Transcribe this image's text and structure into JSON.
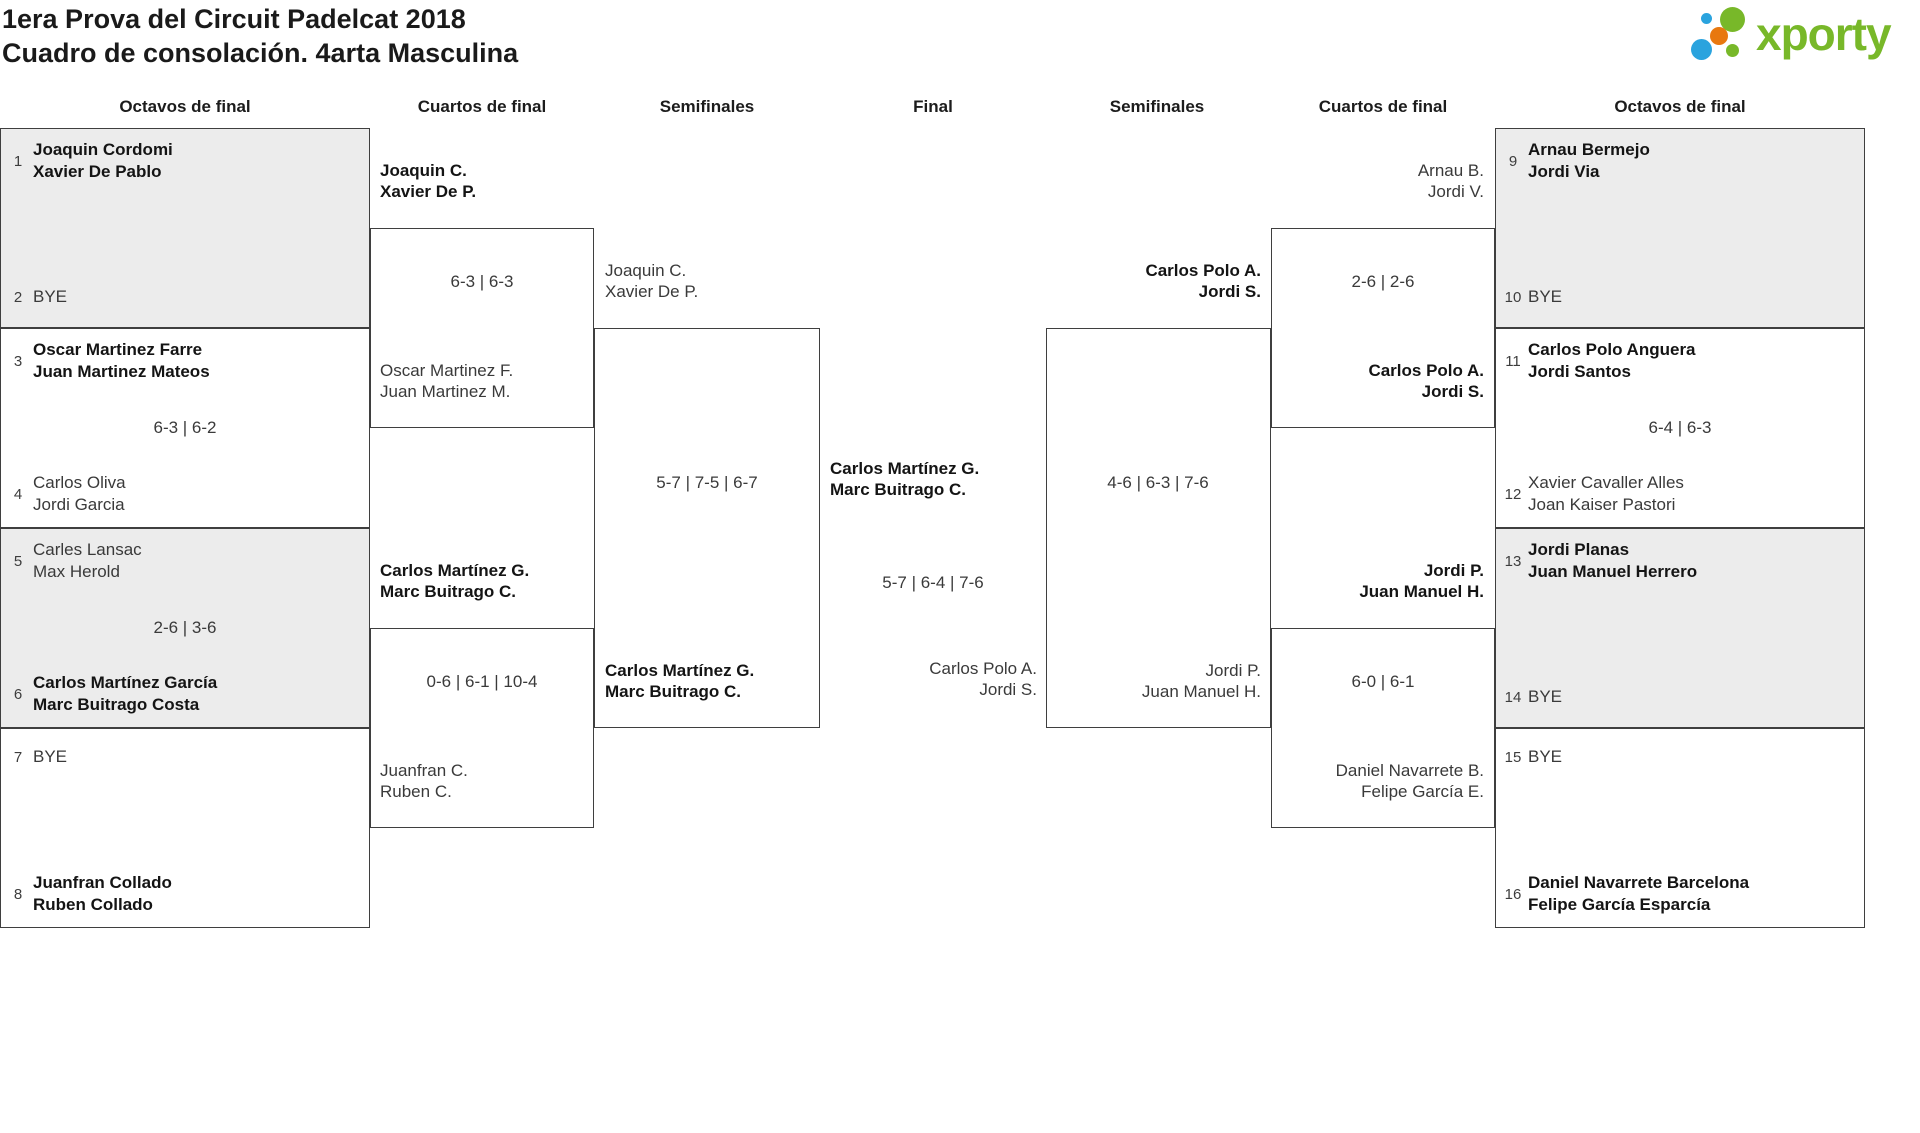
{
  "title": {
    "line1": "1era Prova del Circuit Padelcat 2018",
    "line2": "Cuadro de consolación. 4arta Masculina"
  },
  "logo": {
    "text": "xporty",
    "green": "#78b829",
    "blue": "#2aa3de",
    "orange": "#e8780f"
  },
  "round_headers": [
    "Octavos de final",
    "Cuartos de final",
    "Semifinales",
    "Final",
    "Semifinales",
    "Cuartos de final",
    "Octavos de final"
  ],
  "colors": {
    "box_fill_alt": "#ececec",
    "box_border": "#3f3f3f",
    "winner_text": "#141414",
    "regular_text": "#3a3a3a"
  },
  "bye_label": "BYE",
  "bracket": {
    "r16_left": [
      {
        "team1": {
          "seed": "1",
          "names": [
            "Joaquin Cordomi",
            "Xavier De Pablo"
          ],
          "winner": true
        },
        "team2": {
          "seed": "2",
          "bye": true
        },
        "score": ""
      },
      {
        "team1": {
          "seed": "3",
          "names": [
            "Oscar Martinez Farre",
            "Juan Martinez Mateos"
          ],
          "winner": true
        },
        "team2": {
          "seed": "4",
          "names": [
            "Carlos Oliva",
            "Jordi Garcia"
          ]
        },
        "score": "6-3 | 6-2"
      },
      {
        "team1": {
          "seed": "5",
          "names": [
            "Carles Lansac",
            "Max Herold"
          ]
        },
        "team2": {
          "seed": "6",
          "names": [
            "Carlos Martínez García",
            "Marc Buitrago Costa"
          ],
          "winner": true
        },
        "score": "2-6 | 3-6"
      },
      {
        "team1": {
          "seed": "7",
          "bye": true
        },
        "team2": {
          "seed": "8",
          "names": [
            "Juanfran Collado",
            "Ruben Collado"
          ],
          "winner": true
        },
        "score": ""
      }
    ],
    "qf_left": [
      {
        "top": {
          "names": [
            "Joaquin C.",
            "Xavier De P."
          ],
          "winner": true
        },
        "score": "6-3 | 6-3",
        "bottom": {
          "names": [
            "Oscar Martinez F.",
            "Juan Martinez M."
          ]
        }
      },
      {
        "top": {
          "names": [
            "Carlos Martínez G.",
            "Marc Buitrago C."
          ],
          "winner": true
        },
        "score": "0-6 | 6-1 | 10-4",
        "bottom": {
          "names": [
            "Juanfran C.",
            "Ruben C."
          ]
        }
      }
    ],
    "sf_left": {
      "top": {
        "names": [
          "Joaquin C.",
          "Xavier De P."
        ]
      },
      "score": "5-7 | 7-5 | 6-7",
      "bottom": {
        "names": [
          "Carlos Martínez G.",
          "Marc Buitrago C."
        ],
        "winner": true
      }
    },
    "final": {
      "left": {
        "names": [
          "Carlos Martínez G.",
          "Marc Buitrago C."
        ],
        "winner": true
      },
      "score": "5-7 | 6-4 | 7-6",
      "right": {
        "names": [
          "Carlos Polo A.",
          "Jordi S."
        ]
      }
    },
    "sf_right": {
      "top": {
        "names": [
          "Carlos Polo A.",
          "Jordi S."
        ],
        "winner": true
      },
      "score": "4-6 | 6-3 | 7-6",
      "bottom": {
        "names": [
          "Jordi P.",
          "Juan Manuel H."
        ]
      }
    },
    "qf_right": [
      {
        "top": {
          "names": [
            "Arnau B.",
            "Jordi V."
          ]
        },
        "score": "2-6 | 2-6",
        "bottom": {
          "names": [
            "Carlos Polo A.",
            "Jordi S."
          ],
          "winner": true
        }
      },
      {
        "top": {
          "names": [
            "Jordi P.",
            "Juan Manuel H."
          ],
          "winner": true
        },
        "score": "6-0 | 6-1",
        "bottom": {
          "names": [
            "Daniel Navarrete B.",
            "Felipe García E."
          ]
        }
      }
    ],
    "r16_right": [
      {
        "team1": {
          "seed": "9",
          "names": [
            "Arnau Bermejo",
            "Jordi Via"
          ],
          "winner": true
        },
        "team2": {
          "seed": "10",
          "bye": true
        },
        "score": ""
      },
      {
        "team1": {
          "seed": "11",
          "names": [
            "Carlos Polo Anguera",
            "Jordi Santos"
          ],
          "winner": true
        },
        "team2": {
          "seed": "12",
          "names": [
            "Xavier Cavaller Alles",
            "Joan Kaiser Pastori"
          ]
        },
        "score": "6-4 | 6-3"
      },
      {
        "team1": {
          "seed": "13",
          "names": [
            "Jordi Planas",
            "Juan Manuel Herrero"
          ],
          "winner": true
        },
        "team2": {
          "seed": "14",
          "bye": true
        },
        "score": ""
      },
      {
        "team1": {
          "seed": "15",
          "bye": true
        },
        "team2": {
          "seed": "16",
          "names": [
            "Daniel Navarrete Barcelona",
            "Felipe García Esparcía"
          ],
          "winner": true
        },
        "score": ""
      }
    ]
  }
}
